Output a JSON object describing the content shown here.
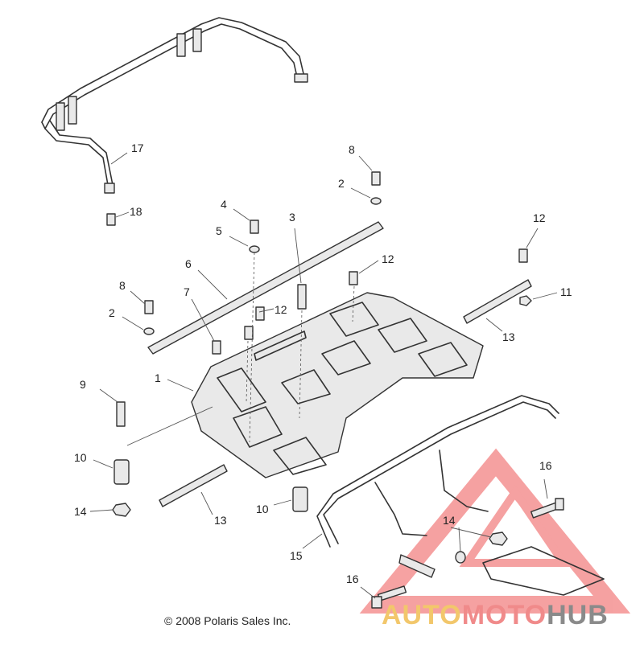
{
  "copyright": "© 2008 Polaris Sales Inc.",
  "watermark": {
    "part1": "AUTO",
    "part2": "MOTO",
    "part3": "HUB"
  },
  "callouts": [
    {
      "id": "c17",
      "text": "17"
    },
    {
      "id": "c18",
      "text": "18"
    },
    {
      "id": "c8a",
      "text": "8"
    },
    {
      "id": "c2a",
      "text": "2"
    },
    {
      "id": "c4",
      "text": "4"
    },
    {
      "id": "c3",
      "text": "3"
    },
    {
      "id": "c5",
      "text": "5"
    },
    {
      "id": "c12a",
      "text": "12"
    },
    {
      "id": "c12b",
      "text": "12"
    },
    {
      "id": "c6",
      "text": "6"
    },
    {
      "id": "c8b",
      "text": "8"
    },
    {
      "id": "c7",
      "text": "7"
    },
    {
      "id": "c12c",
      "text": "12"
    },
    {
      "id": "c2b",
      "text": "2"
    },
    {
      "id": "c11",
      "text": "11"
    },
    {
      "id": "c13a",
      "text": "13"
    },
    {
      "id": "c1",
      "text": "1"
    },
    {
      "id": "c9",
      "text": "9"
    },
    {
      "id": "c10a",
      "text": "10"
    },
    {
      "id": "c16a",
      "text": "16"
    },
    {
      "id": "c14a",
      "text": "14"
    },
    {
      "id": "c13b",
      "text": "13"
    },
    {
      "id": "c10b",
      "text": "10"
    },
    {
      "id": "c14b",
      "text": "14"
    },
    {
      "id": "c15",
      "text": "15"
    },
    {
      "id": "c16b",
      "text": "16"
    }
  ]
}
